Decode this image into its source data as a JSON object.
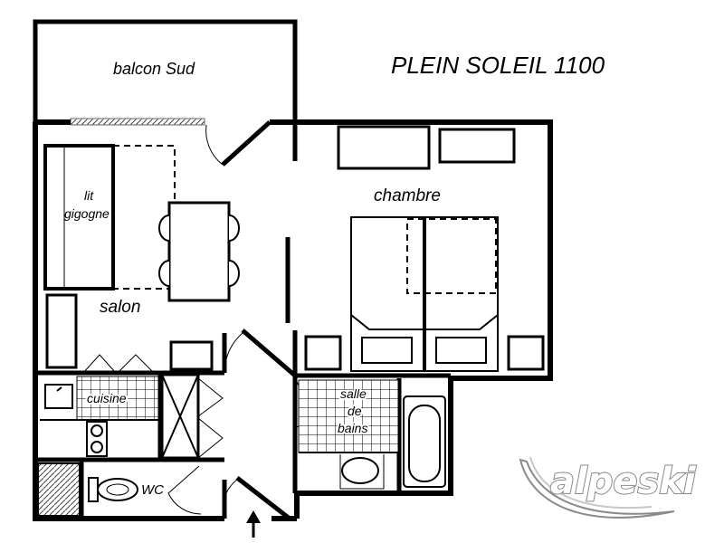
{
  "title": "PLEIN SOLEIL 1100",
  "rooms": {
    "balcony": "balcon Sud",
    "bunk_bed_line1": "lit",
    "bunk_bed_line2": "gigogne",
    "living": "salon",
    "bedroom": "chambre",
    "kitchen": "cuisine",
    "bathroom_line1": "salle",
    "bathroom_line2": "de",
    "bathroom_line3": "bains",
    "toilet": "WC"
  },
  "logo": {
    "text": "alpeski",
    "color": "#ffffff",
    "outline": "#8a8a8a"
  },
  "colors": {
    "wall": "#000000",
    "floor": "#ffffff",
    "tile": "#000000",
    "furniture_fill": "#ffffff"
  }
}
